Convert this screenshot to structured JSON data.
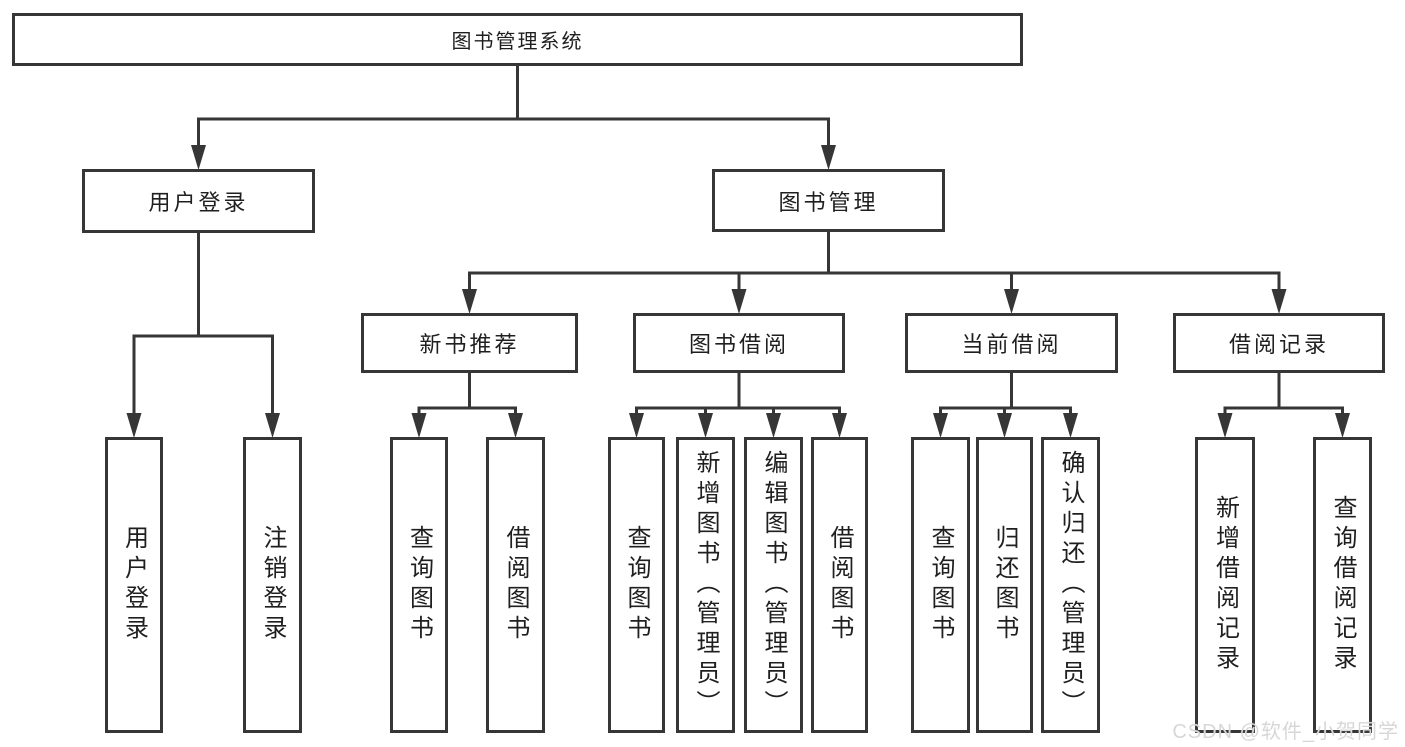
{
  "palette": {
    "line": "#363636",
    "box_border": "#363636",
    "box_bg": "#ffffff",
    "text": "#1f1f1f",
    "background": "#ffffff",
    "watermark": "#d7d7d7"
  },
  "watermark": {
    "text": "CSDN @软件_小贺同学"
  },
  "tree": {
    "id": "root",
    "label": "图书管理系统",
    "children": [
      {
        "id": "user-login",
        "label": "用户登录",
        "children": [
          {
            "id": "leaf-user-login",
            "label": "用户登录"
          },
          {
            "id": "leaf-logout",
            "label": "注销登录"
          }
        ]
      },
      {
        "id": "book-mgmt",
        "label": "图书管理",
        "children": [
          {
            "id": "new-book-rec",
            "label": "新书推荐",
            "children": [
              {
                "id": "leaf-query-books-1",
                "label": "查询图书"
              },
              {
                "id": "leaf-borrow-books-1",
                "label": "借阅图书"
              }
            ]
          },
          {
            "id": "book-borrow",
            "label": "图书借阅",
            "children": [
              {
                "id": "leaf-query-books-2",
                "label": "查询图书"
              },
              {
                "id": "leaf-add-books",
                "label": "新增图书（管理员）"
              },
              {
                "id": "leaf-edit-books",
                "label": "编辑图书（管理员）"
              },
              {
                "id": "leaf-borrow-books-2",
                "label": "借阅图书"
              }
            ]
          },
          {
            "id": "current-borrow",
            "label": "当前借阅",
            "children": [
              {
                "id": "leaf-query-books-3",
                "label": "查询图书"
              },
              {
                "id": "leaf-return-books",
                "label": "归还图书"
              },
              {
                "id": "leaf-confirm-return",
                "label": "确认归还（管理员）"
              }
            ]
          },
          {
            "id": "borrow-record",
            "label": "借阅记录",
            "children": [
              {
                "id": "leaf-add-borrow-record",
                "label": "新增借阅记录"
              },
              {
                "id": "leaf-query-borrow-record",
                "label": "查询借阅记录"
              }
            ]
          }
        ]
      }
    ]
  }
}
